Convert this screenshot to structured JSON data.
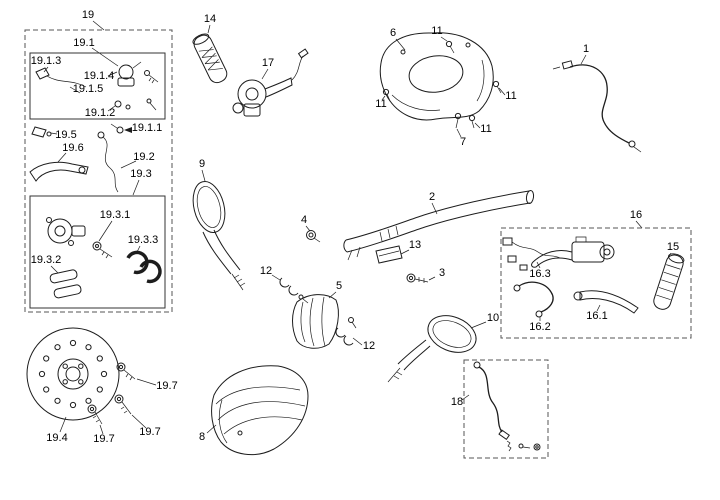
{
  "colors": {
    "background": "#ffffff",
    "line": "#1d1d1d",
    "label": "#000000",
    "box_border": "#555555"
  },
  "diagram": {
    "labels": {
      "p1": "1",
      "p2": "2",
      "p3": "3",
      "p4": "4",
      "p5": "5",
      "p6": "6",
      "p7": "7",
      "p8": "8",
      "p9": "9",
      "p10": "10",
      "p11": "11",
      "p12": "12",
      "p13": "13",
      "p14": "14",
      "p15": "15",
      "p16": "16",
      "p16_1": "16.1",
      "p16_2": "16.2",
      "p16_3": "16.3",
      "p17": "17",
      "p18": "18",
      "p19": "19",
      "p19_1": "19.1",
      "p19_1_1": "19.1.1",
      "p19_1_2": "19.1.2",
      "p19_1_3": "19.1.3",
      "p19_1_4": "19.1.4",
      "p19_1_5": "19.1.5",
      "p19_2": "19.2",
      "p19_3": "19.3",
      "p19_3_1": "19.3.1",
      "p19_3_2": "19.3.2",
      "p19_3_3": "19.3.3",
      "p19_4": "19.4",
      "p19_5": "19.5",
      "p19_6": "19.6",
      "p19_7": "19.7"
    }
  }
}
